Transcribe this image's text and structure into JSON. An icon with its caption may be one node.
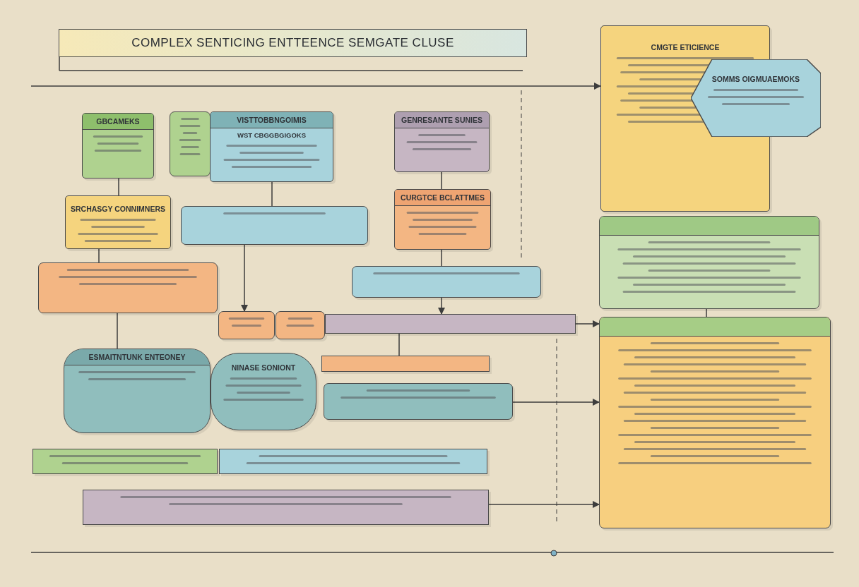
{
  "diagram": {
    "title": "COMPLEX SENTICING ENTTEENCE SEMGATE CLUSE",
    "nodes": [
      {
        "text": [
          "GBCAMEKS"
        ]
      },
      {
        "text": [],
        "shape": "box"
      },
      {
        "text": [
          "VISTTOBBNGOIMIS",
          "WST CBGGBGIGOKS"
        ]
      },
      {
        "text": [
          "GENRESANTE SUNIES"
        ]
      },
      {
        "text": [
          "CMGTE ETICIENCE"
        ]
      },
      {
        "text": [
          "SOMMS OIGMUAEMOKS"
        ]
      },
      {
        "text": [
          "SRCHASGY CONNIMNERS"
        ]
      },
      {
        "text": [],
        "shape": "box"
      },
      {
        "text": [
          "CURGTCE BCLATTMES"
        ]
      },
      {
        "text": [],
        "shape": "box"
      },
      {
        "text": [],
        "shape": "box"
      },
      {
        "text": [],
        "shape": "box"
      },
      {
        "text": [],
        "shape": "box"
      },
      {
        "text": [],
        "shape": "box"
      },
      {
        "text": [],
        "shape": "bar"
      },
      {
        "text": [],
        "shape": "box"
      },
      {
        "text": [
          "ESMAITNTUNK ENTEONEY"
        ]
      },
      {
        "text": [
          "NINASE SONIONT"
        ]
      },
      {
        "text": [],
        "shape": "bar"
      },
      {
        "text": [],
        "shape": "box"
      },
      {
        "text": [],
        "shape": "bar"
      },
      {
        "text": [],
        "shape": "bar"
      },
      {
        "text": [],
        "shape": "bar"
      }
    ],
    "edges": [
      {
        "from": 0,
        "to": 6,
        "arrow": "none"
      },
      {
        "from": 6,
        "to": 9,
        "arrow": "none"
      },
      {
        "from": 9,
        "to": 16,
        "arrow": "none"
      },
      {
        "from": 2,
        "to": 7,
        "arrow": "none"
      },
      {
        "from": 7,
        "to": 12,
        "arrow": "to"
      },
      {
        "from": 3,
        "to": 8,
        "arrow": "none"
      },
      {
        "from": 8,
        "to": 10,
        "arrow": "none"
      },
      {
        "from": 10,
        "to": 14,
        "arrow": "to"
      },
      {
        "from": 14,
        "to": 18,
        "arrow": "none"
      },
      {
        "from": 14,
        "to": 15,
        "arrow": "to"
      },
      {
        "from": 19,
        "to": 15,
        "arrow": "to"
      },
      {
        "from": 11,
        "to": 15,
        "arrow": "none"
      },
      {
        "from": null,
        "to": 4,
        "arrow": "to"
      },
      {
        "from": 22,
        "to": 15,
        "arrow": "to"
      }
    ]
  }
}
